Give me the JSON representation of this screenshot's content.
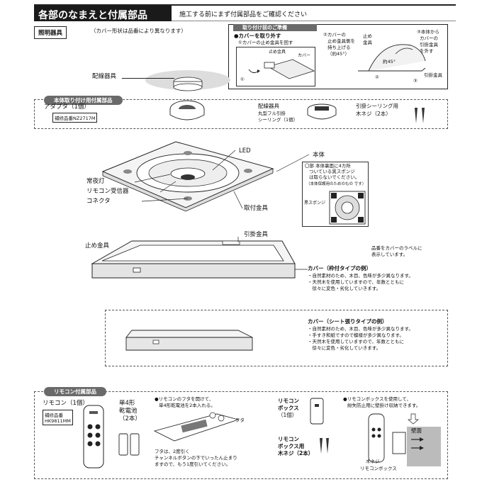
{
  "header": {
    "title": "各部のなまえと付属部品",
    "subtitle": "施工する前にまず付属部品をご確認ください"
  },
  "lighting": {
    "label": "照明器具",
    "note": "（カバー形状は品番により異なります）"
  },
  "prep": {
    "title": "取り付け前のご準備",
    "step1_heading": "●カバーを取り外す",
    "step1_text": "①カバーの止め金具を回す",
    "stop_fitting": "止め金具",
    "cover": "カバー",
    "step_marker_1": "①",
    "step2_text_1": "②カバーの",
    "step2_text_2": "止め金具側を",
    "step2_text_3": "持ち上げる",
    "step2_text_4": "（約45°）",
    "stop_fitting_short_1": "止め",
    "stop_fitting_short_2": "金具",
    "step_marker_2": "②",
    "angle": "約45°",
    "step3_text_1": "③本体から",
    "step3_text_2": "カバーの",
    "step3_text_3": "引掛金具",
    "step3_text_4": "を外す",
    "step_marker_3": "③",
    "hook_fitting": "引掛金具"
  },
  "wiring_fixture": "配線器具",
  "body_parts": {
    "heading": "本体取り付け用付属部品",
    "adapter": "アダプタ（1個）",
    "adapter_partno": "補修品番NZ2717M",
    "wiring_label": "配線器具",
    "wiring_desc_1": "丸型フル引掛",
    "wiring_desc_2": "シーリング（1個）",
    "screw_label_1": "引掛シーリング用",
    "screw_label_2": "木ネジ（2本）"
  },
  "unit": {
    "led": "LED",
    "body": "本体",
    "night_light": "常夜灯",
    "remote_receiver": "リモコン受信器",
    "connector": "コネクタ",
    "mount_fitting": "取付金具",
    "sponge_note_1": "〇部 本体裏面に4カ所",
    "sponge_note_2": "ついている黒スポンジ",
    "sponge_note_3": "は取らないでください。",
    "sponge_note_4": "（本体保護用のためのもの です）",
    "sponge_label": "黒スポンジ"
  },
  "cover_frame": {
    "hook": "引掛金具",
    "stop": "止め金具",
    "label_note_1": "品番をカバーのラベルに",
    "label_note_2": "表示しています。",
    "title": "カバー（枠付タイプの例）",
    "note_1": "・自然素材のため、木目、色味が多少異なります。",
    "note_2": "・天然木を使用していますので、年数とともに",
    "note_3": "　徐々に変色・劣化していきます。"
  },
  "cover_sheet": {
    "title": "カバー（シート張りタイプの例）",
    "note_1": "・自然素材のため、木目、色味が多少異なります。",
    "note_2": "・手すき和紙ですので模様が多少異なります。",
    "note_3": "・天然木を使用していますので、年数とともに",
    "note_4": "　徐々に変色・劣化していきます。"
  },
  "remote": {
    "heading": "リモコン付属部品",
    "remote_label": "リモコン（1個）",
    "partno_1": "補修品番",
    "partno_2": "HK9811MM",
    "battery_1": "単4形",
    "battery_2": "乾電池",
    "battery_3": "（2本）",
    "insert_1": "●リモコンのフタを開けて、",
    "insert_2": "単4形乾電池を2本入れる。",
    "lid": "フタ",
    "lid_note_1": "フタは、2度引く",
    "lid_note_2": "チャンネルボタンの下でいったん止まり",
    "lid_note_3": "ますので、もう1度引いてください。",
    "box_1": "リモコン",
    "box_2": "ボックス",
    "box_3": "（1個）",
    "box_screw_1": "リモコン",
    "box_screw_2": "ボックス用",
    "box_screw_3": "木ネジ（2本）",
    "mount_1": "●リモコンボックスを使用して、",
    "mount_2": "紛失防止用に壁掛け収納できます。",
    "wall": "壁面",
    "wood_screw": "木ネジ",
    "remote_box": "リモコンボックス"
  }
}
